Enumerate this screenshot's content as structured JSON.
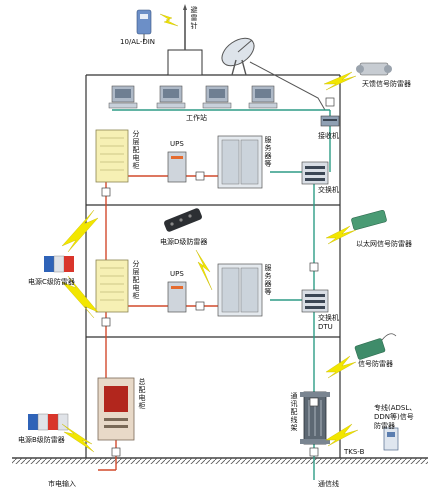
{
  "labels": {
    "lightning_rod": "避雷针",
    "din_device": "10/AL-DIN",
    "antenna_protector": "天馈信号防雷器",
    "workstation": "工作站",
    "receiver": "接收机",
    "sub_dist_cabinet_1": "分层配电柜",
    "ups_1": "UPS",
    "server_1": "服务器等",
    "switch_1": "交换机",
    "power_d_protector": "电源D级防雷器",
    "ethernet_protector": "以太网信号防雷器",
    "power_c_protector": "电源C级防雷器",
    "sub_dist_cabinet_2": "分层配电柜",
    "ups_2": "UPS",
    "server_2": "服务器等",
    "switch_dtu": "交换机\nDTU",
    "signal_protector": "信号防雷器",
    "main_dist_cabinet": "总配电柜",
    "comm_frame": "通讯配线架",
    "dedicated_protector": "专线(ADSL、\nDDN等)信号\n防雷器",
    "tks": "TKS-B",
    "power_b_protector": "电源B级防雷器",
    "mains_input": "市电输入",
    "comm_line": "通信线"
  },
  "colors": {
    "power_line": "#d24a2c",
    "signal_line": "#2e9c86",
    "lightning": "#f2e600",
    "structure": "#333333"
  }
}
